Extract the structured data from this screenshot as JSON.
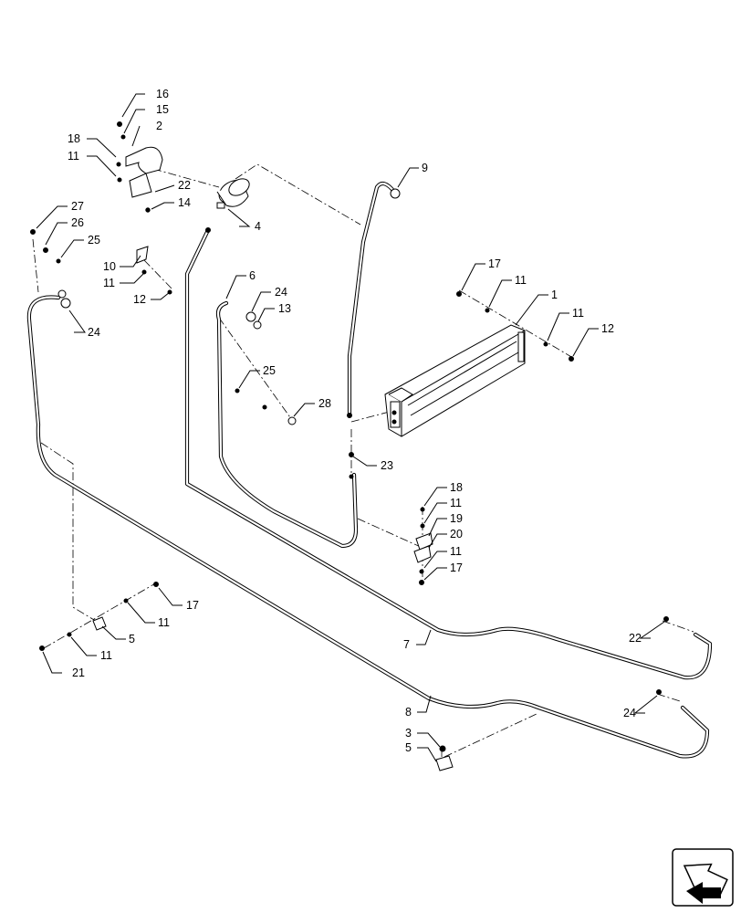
{
  "callouts": [
    {
      "id": "c16a",
      "text": "16"
    },
    {
      "id": "c15a",
      "text": "15"
    },
    {
      "id": "c2",
      "text": "2"
    },
    {
      "id": "c18a",
      "text": "18"
    },
    {
      "id": "c11a",
      "text": "11"
    },
    {
      "id": "c22a",
      "text": "22"
    },
    {
      "id": "c14",
      "text": "14"
    },
    {
      "id": "c9",
      "text": "9"
    },
    {
      "id": "c4",
      "text": "4"
    },
    {
      "id": "c27",
      "text": "27"
    },
    {
      "id": "c26",
      "text": "26"
    },
    {
      "id": "c25a",
      "text": "25"
    },
    {
      "id": "c10",
      "text": "10"
    },
    {
      "id": "c11b",
      "text": "11"
    },
    {
      "id": "c12a",
      "text": "12"
    },
    {
      "id": "c6",
      "text": "6"
    },
    {
      "id": "c24a",
      "text": "24"
    },
    {
      "id": "c13",
      "text": "13"
    },
    {
      "id": "c17a",
      "text": "17"
    },
    {
      "id": "c11c",
      "text": "11"
    },
    {
      "id": "c1",
      "text": "1"
    },
    {
      "id": "c11d",
      "text": "11"
    },
    {
      "id": "c12b",
      "text": "12"
    },
    {
      "id": "c24b",
      "text": "24"
    },
    {
      "id": "c25b",
      "text": "25"
    },
    {
      "id": "c28",
      "text": "28"
    },
    {
      "id": "c23",
      "text": "23"
    },
    {
      "id": "c18b",
      "text": "18"
    },
    {
      "id": "c11e",
      "text": "11"
    },
    {
      "id": "c19",
      "text": "19"
    },
    {
      "id": "c20",
      "text": "20"
    },
    {
      "id": "c11f",
      "text": "11"
    },
    {
      "id": "c17b",
      "text": "17"
    },
    {
      "id": "c17c",
      "text": "17"
    },
    {
      "id": "c11g",
      "text": "11"
    },
    {
      "id": "c5a",
      "text": "5"
    },
    {
      "id": "c11h",
      "text": "11"
    },
    {
      "id": "c21",
      "text": "21"
    },
    {
      "id": "c7",
      "text": "7"
    },
    {
      "id": "c22b",
      "text": "22"
    },
    {
      "id": "c8",
      "text": "8"
    },
    {
      "id": "c24c",
      "text": "24"
    },
    {
      "id": "c3",
      "text": "3"
    },
    {
      "id": "c5b",
      "text": "5"
    }
  ],
  "nav": {
    "icon": "next-page-arrow-icon"
  }
}
